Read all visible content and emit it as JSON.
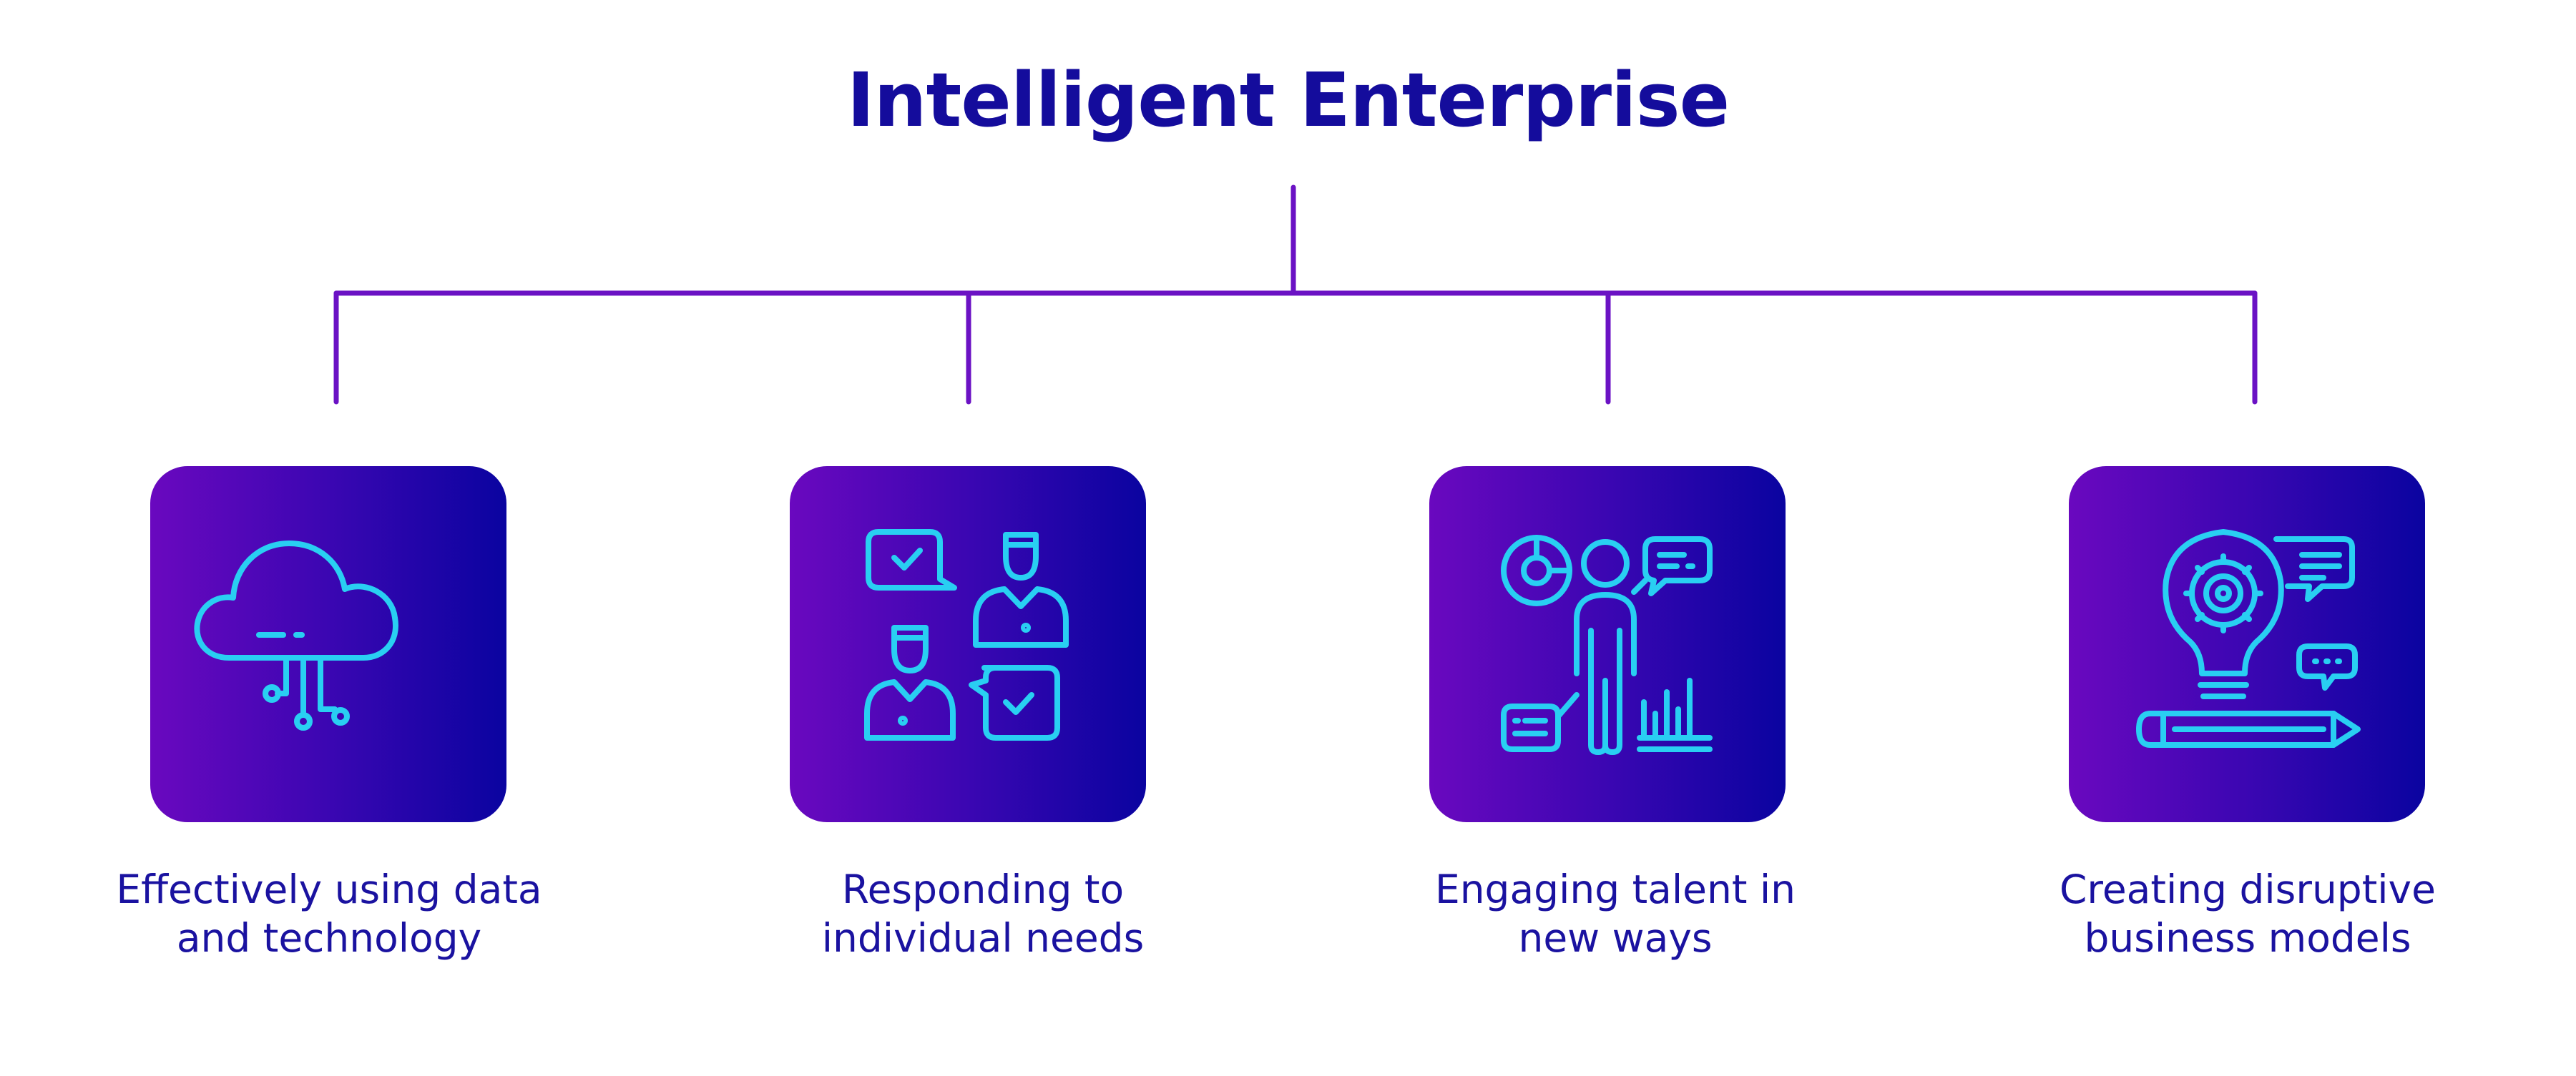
{
  "diagram": {
    "title": "Intelligent Enterprise",
    "line_color": "#6b12c4",
    "title_color": "#140c9c",
    "icon_color": "#29cff2",
    "card_gradient": [
      "#6a08bf",
      "#0a04a0"
    ],
    "items": [
      {
        "icon": "cloud-network-icon",
        "label_line1": "Effectively using data",
        "label_line2": "and technology"
      },
      {
        "icon": "people-chat-icon",
        "label_line1": "Responding to",
        "label_line2": "individual needs"
      },
      {
        "icon": "person-analytics-icon",
        "label_line1": "Engaging talent in",
        "label_line2": "new ways"
      },
      {
        "icon": "lightbulb-gear-icon",
        "label_line1": "Creating disruptive",
        "label_line2": "business models"
      }
    ]
  }
}
